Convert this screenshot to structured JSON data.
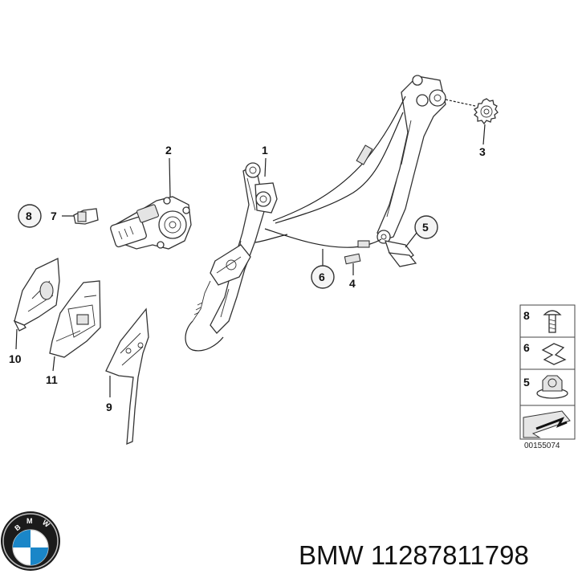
{
  "callouts": {
    "c1": "1",
    "c2": "2",
    "c3": "3",
    "c4": "4",
    "c5": "5",
    "c6": "6",
    "c7": "7",
    "c8": "8",
    "c9": "9",
    "c10": "10",
    "c11": "11"
  },
  "legend": {
    "items": [
      "8",
      "6",
      "5"
    ],
    "drawing_code": "00155074"
  },
  "brand": {
    "logo_letters": "BMW",
    "part_number_text": "BMW 11287811798"
  }
}
